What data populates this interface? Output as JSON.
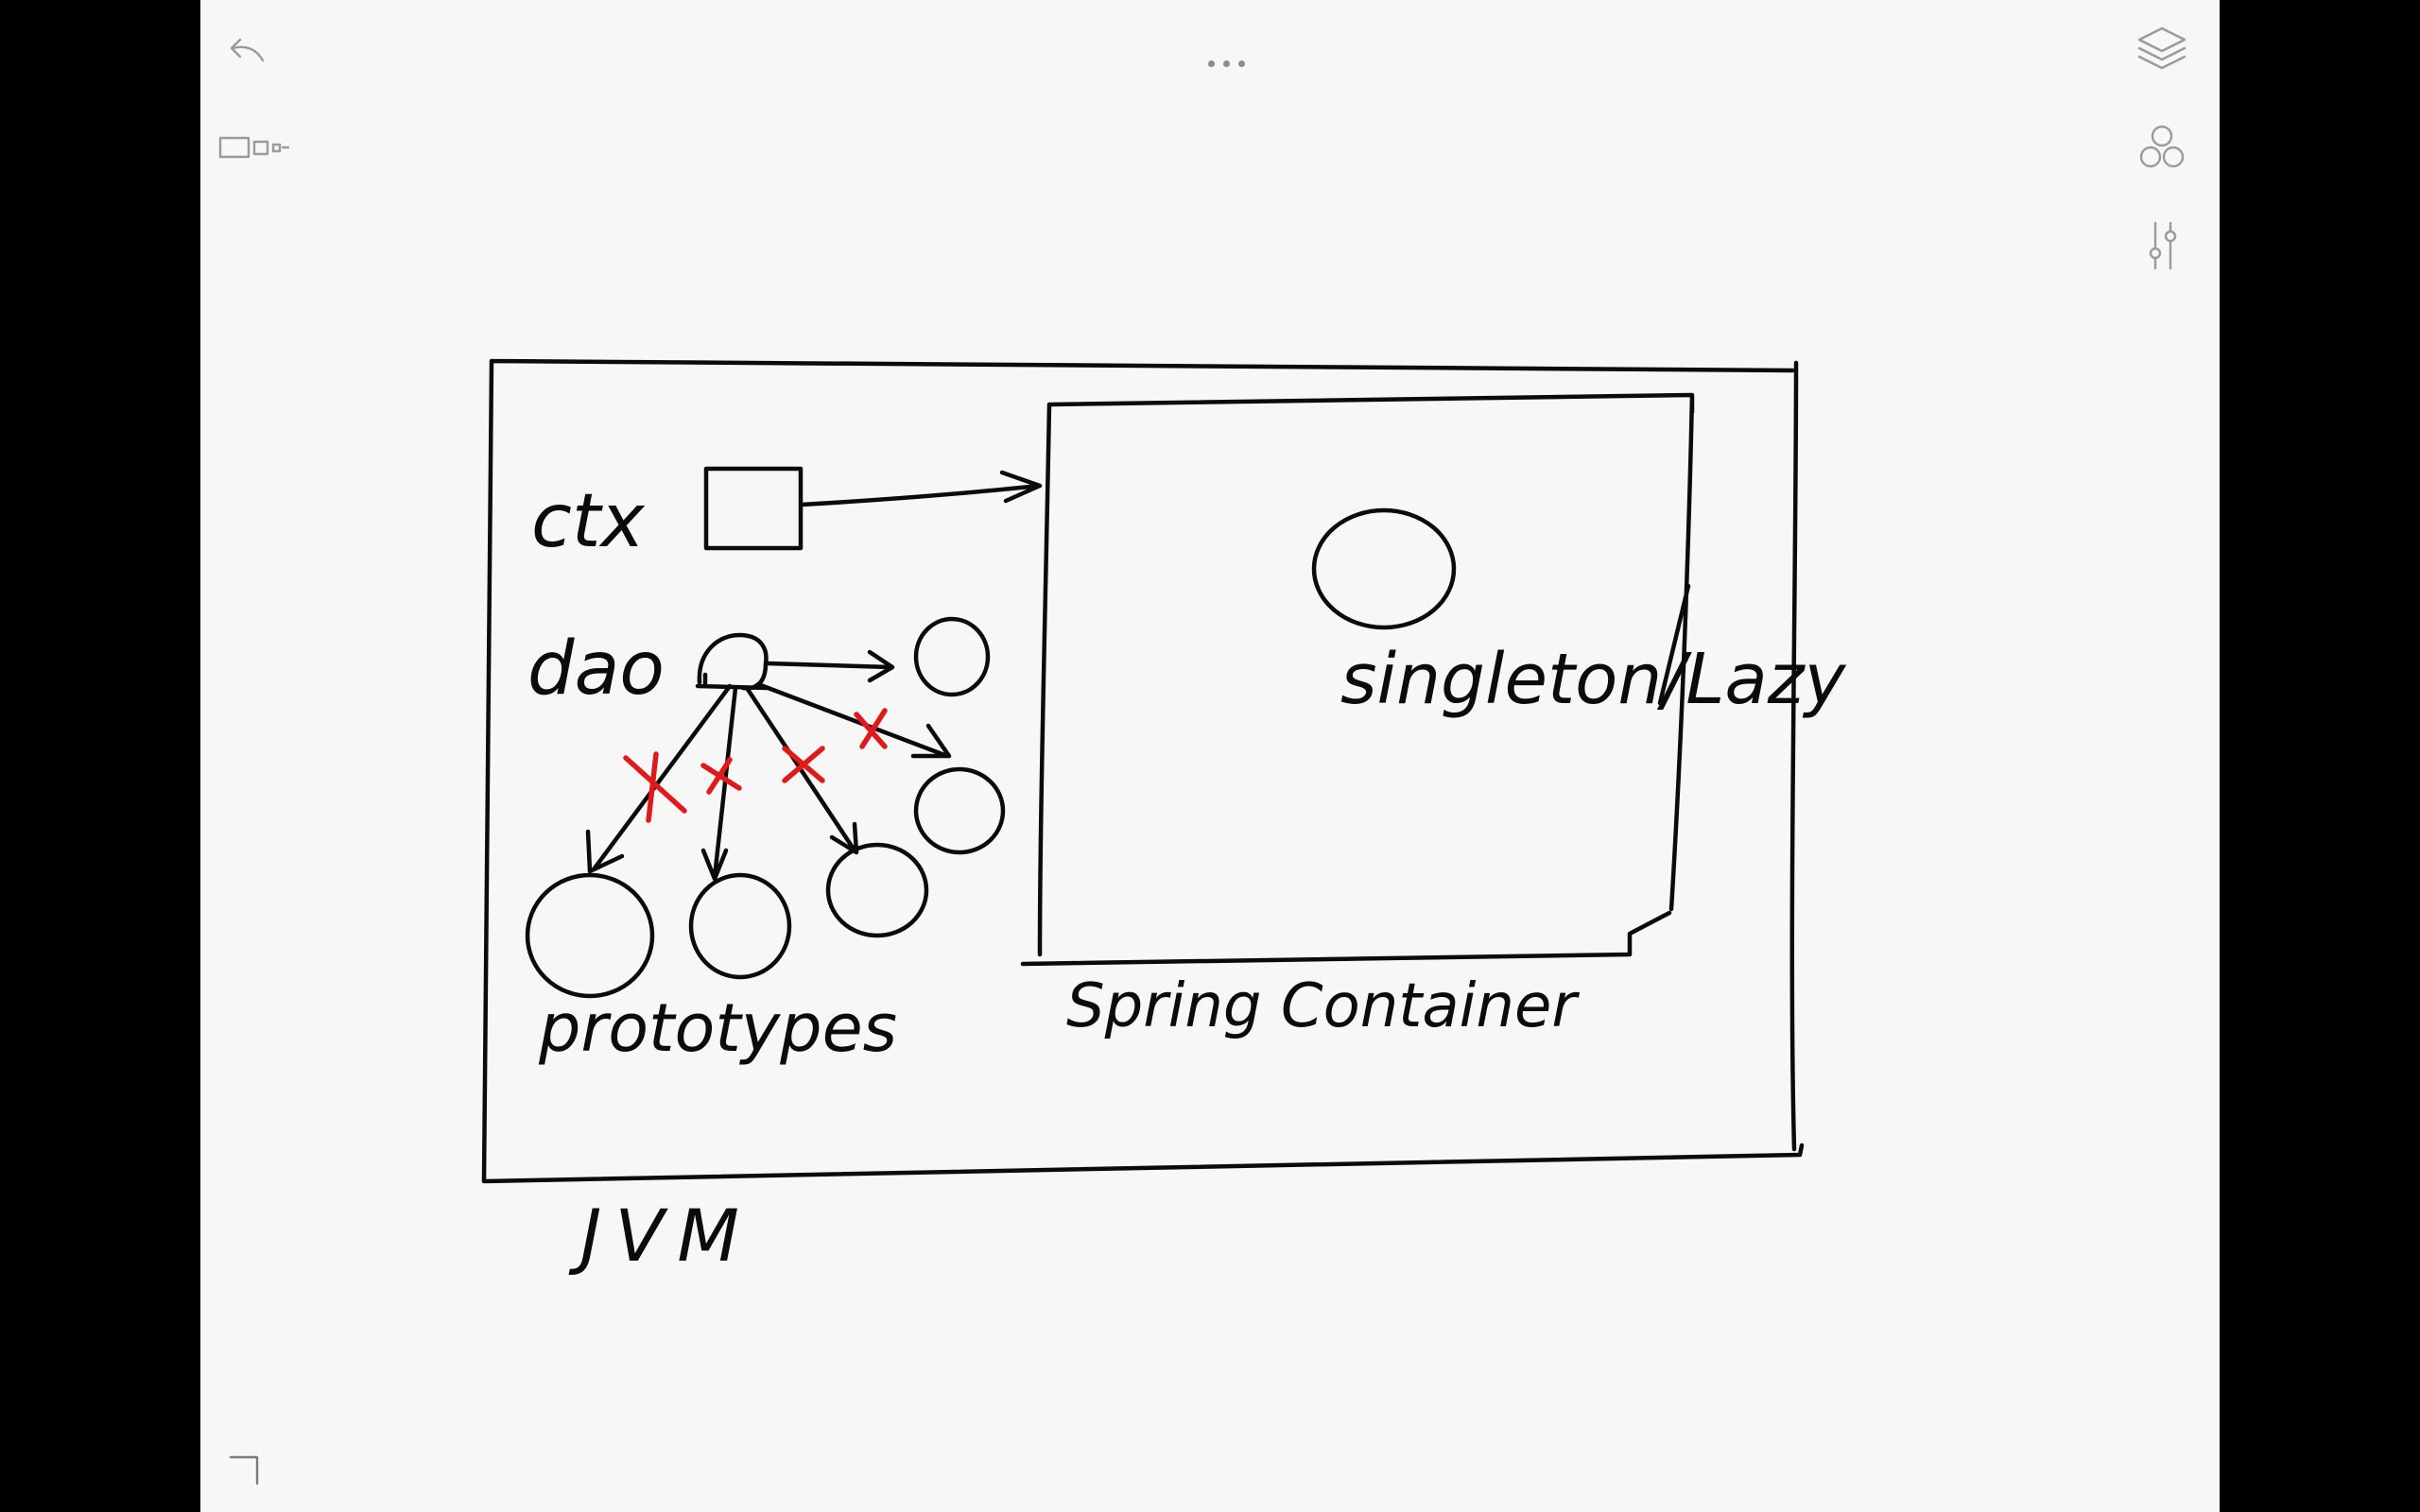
{
  "canvas": {
    "background": "#f7f7f7",
    "ink_color": "#0b0b0b",
    "mark_color": "#e01a1a"
  },
  "toolbar": {
    "undo_icon": "undo-arrow-icon",
    "page_view_icon": "page-thumbnails-icon",
    "more_icon": "more-dots-icon",
    "layers_icon": "layers-icon",
    "shapes_icon": "circles-icon",
    "adjust_icon": "sliders-icon",
    "corner_icon": "corner-bracket-icon"
  },
  "drawing": {
    "labels": {
      "ctx": "ctx",
      "dao": "dao",
      "prototypes": "prototypes",
      "singleton": "singleton/Lazy",
      "container": "Spring Container",
      "jvm": "JVM"
    }
  }
}
